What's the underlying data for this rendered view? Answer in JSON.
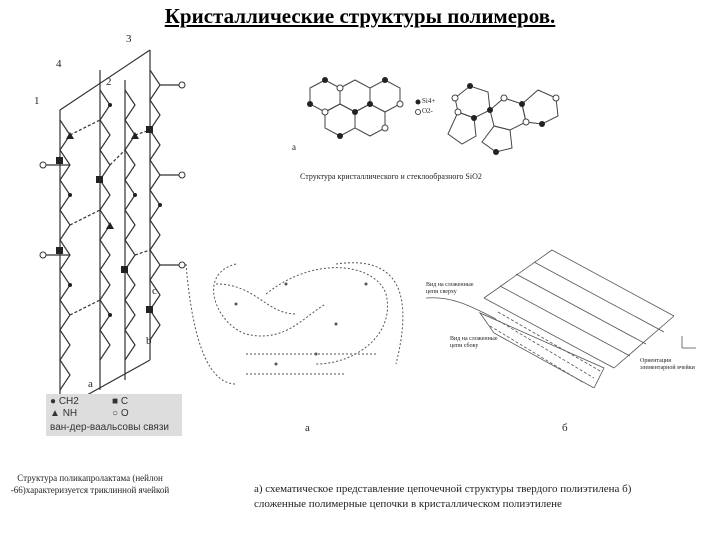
{
  "title": "Кристаллические структуры полимеров.",
  "figure_left": {
    "labels": [
      "1",
      "2",
      "3",
      "4",
      "a",
      "b",
      "c"
    ],
    "legend": [
      {
        "symbol": "circle-filled-small",
        "text": "CH2"
      },
      {
        "symbol": "square-filled",
        "text": "C"
      },
      {
        "symbol": "triangle-filled",
        "text": "NH"
      },
      {
        "symbol": "circle-open",
        "text": "O"
      }
    ],
    "legend_bonds": "ван-дер-ваальсовы связи",
    "caption": "Структура поликапролактама (нейлон -66)характеризуется триклинной ячейкой"
  },
  "figure_sio2": {
    "caption": "Структура кристаллического и стеклообразного SiO2",
    "legend": [
      "Si4+",
      "O2-"
    ],
    "letter": "a"
  },
  "figure_pe": {
    "label_a": "а",
    "label_b": "б",
    "inner_text_1": "Вид на сложенные цепи сверху",
    "inner_text_2": "Вид на сложенные цепи сбоку",
    "inner_text_3": "Ориентация элементарной ячейки",
    "caption": "а) схематическое представление цепочечной структуры твердого полиэтилена б) сложенные полимерные цепочки в кристаллическом полиэтилене"
  }
}
